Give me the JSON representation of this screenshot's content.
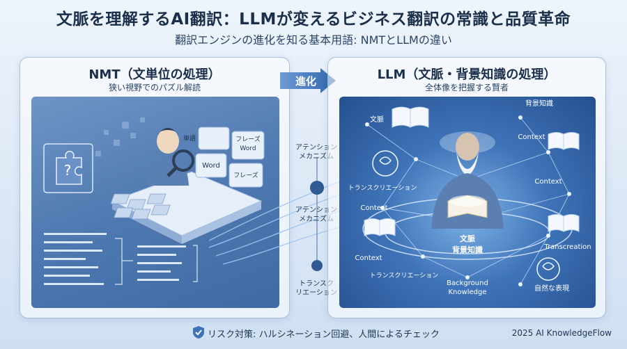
{
  "header": {
    "title": "文脈を理解するAI翻訳：LLMが変えるビジネス翻訳の常識と品質革命",
    "subtitle": "翻訳エンジンの進化を知る基本用語: NMTとLLMの違い"
  },
  "transition": {
    "label": "進化"
  },
  "nmt": {
    "heading": "NMT（文単位の処理）",
    "subheading": "狭い視野でのパズル解読",
    "puzzle_labels": [
      "単語",
      "フレーズ Word",
      "Word",
      "フレーズ"
    ]
  },
  "middle": {
    "labels": [
      "アテンション メカニズム",
      "アテンション メカニズム",
      "トランスク リエーション"
    ]
  },
  "llm": {
    "heading": "LLM（文脈・背景知識の処理）",
    "subheading": "全体像を把握する賢者",
    "labels": {
      "context_top_left": "文脈",
      "background_top": "背景知識",
      "context_r1": "Context",
      "context_r2": "Context",
      "trans_left": "トランスクリエーション",
      "context_l": "Context",
      "context_l2": "Context",
      "transcreation_en": "Transcreation",
      "center_context": "文脈",
      "center_background": "背景知識",
      "trans_bottom": "トランスクリエーション",
      "background_en": "Background Knowledge",
      "natural": "自然な表現"
    }
  },
  "footer": {
    "risk": "リスク対策: ハルシネーション回避、人間によるチェック",
    "brand": "2025 AI KnowledgeFlow"
  },
  "colors": {
    "accent": "#3f73b8",
    "dark": "#1b2f4a",
    "panel_border": "#96b4dc"
  }
}
